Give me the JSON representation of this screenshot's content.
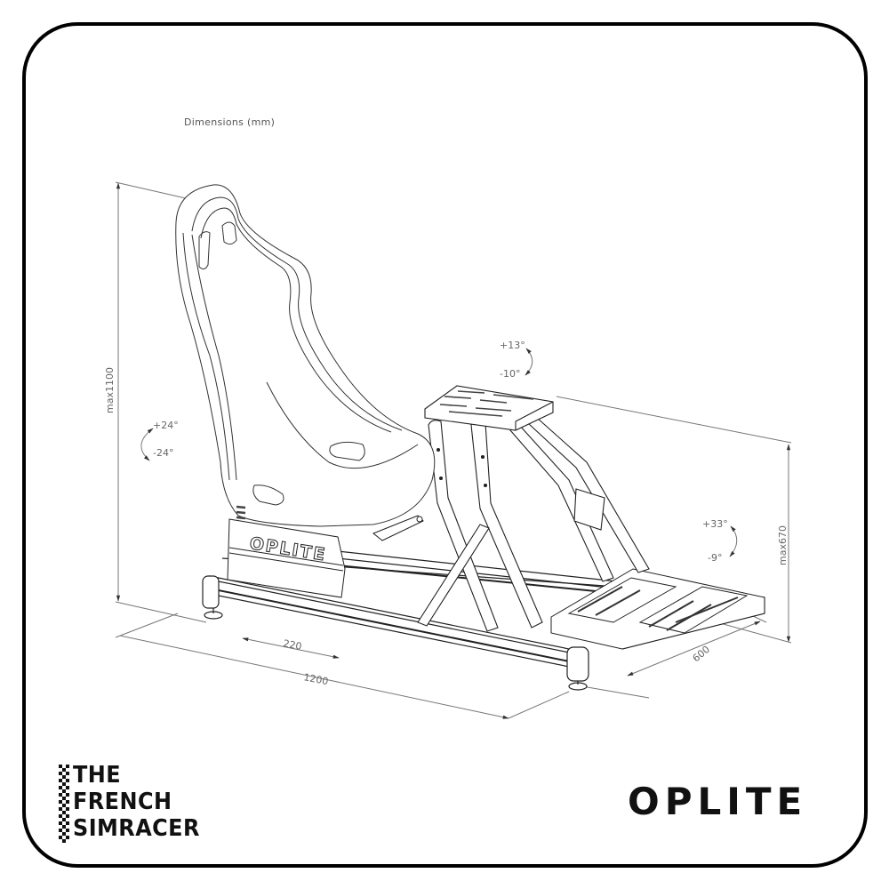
{
  "diagram": {
    "title": "Dimensions (mm)",
    "subject": "sim racing cockpit with bucket seat, wheel deck and pedal plate",
    "dimensions": {
      "max_height": "max1100",
      "seat_tilt_up": "+24°",
      "seat_tilt_down": "-24°",
      "wheel_tilt_up": "+13°",
      "wheel_tilt_down": "-10°",
      "pedal_tilt_up": "+33°",
      "pedal_tilt_down": "-9°",
      "pedal_height": "max670",
      "seat_slide": "220",
      "length": "1200",
      "width": "600"
    },
    "seat_bracket_logo": "OPLITE"
  },
  "branding": {
    "left_logo_lines": [
      "THE",
      "FRENCH",
      "SIMRACER"
    ],
    "right_logo": "OPLITE"
  },
  "colors": {
    "line": "#333333",
    "dimension": "#666666",
    "frame": "#000000",
    "background": "#ffffff"
  }
}
